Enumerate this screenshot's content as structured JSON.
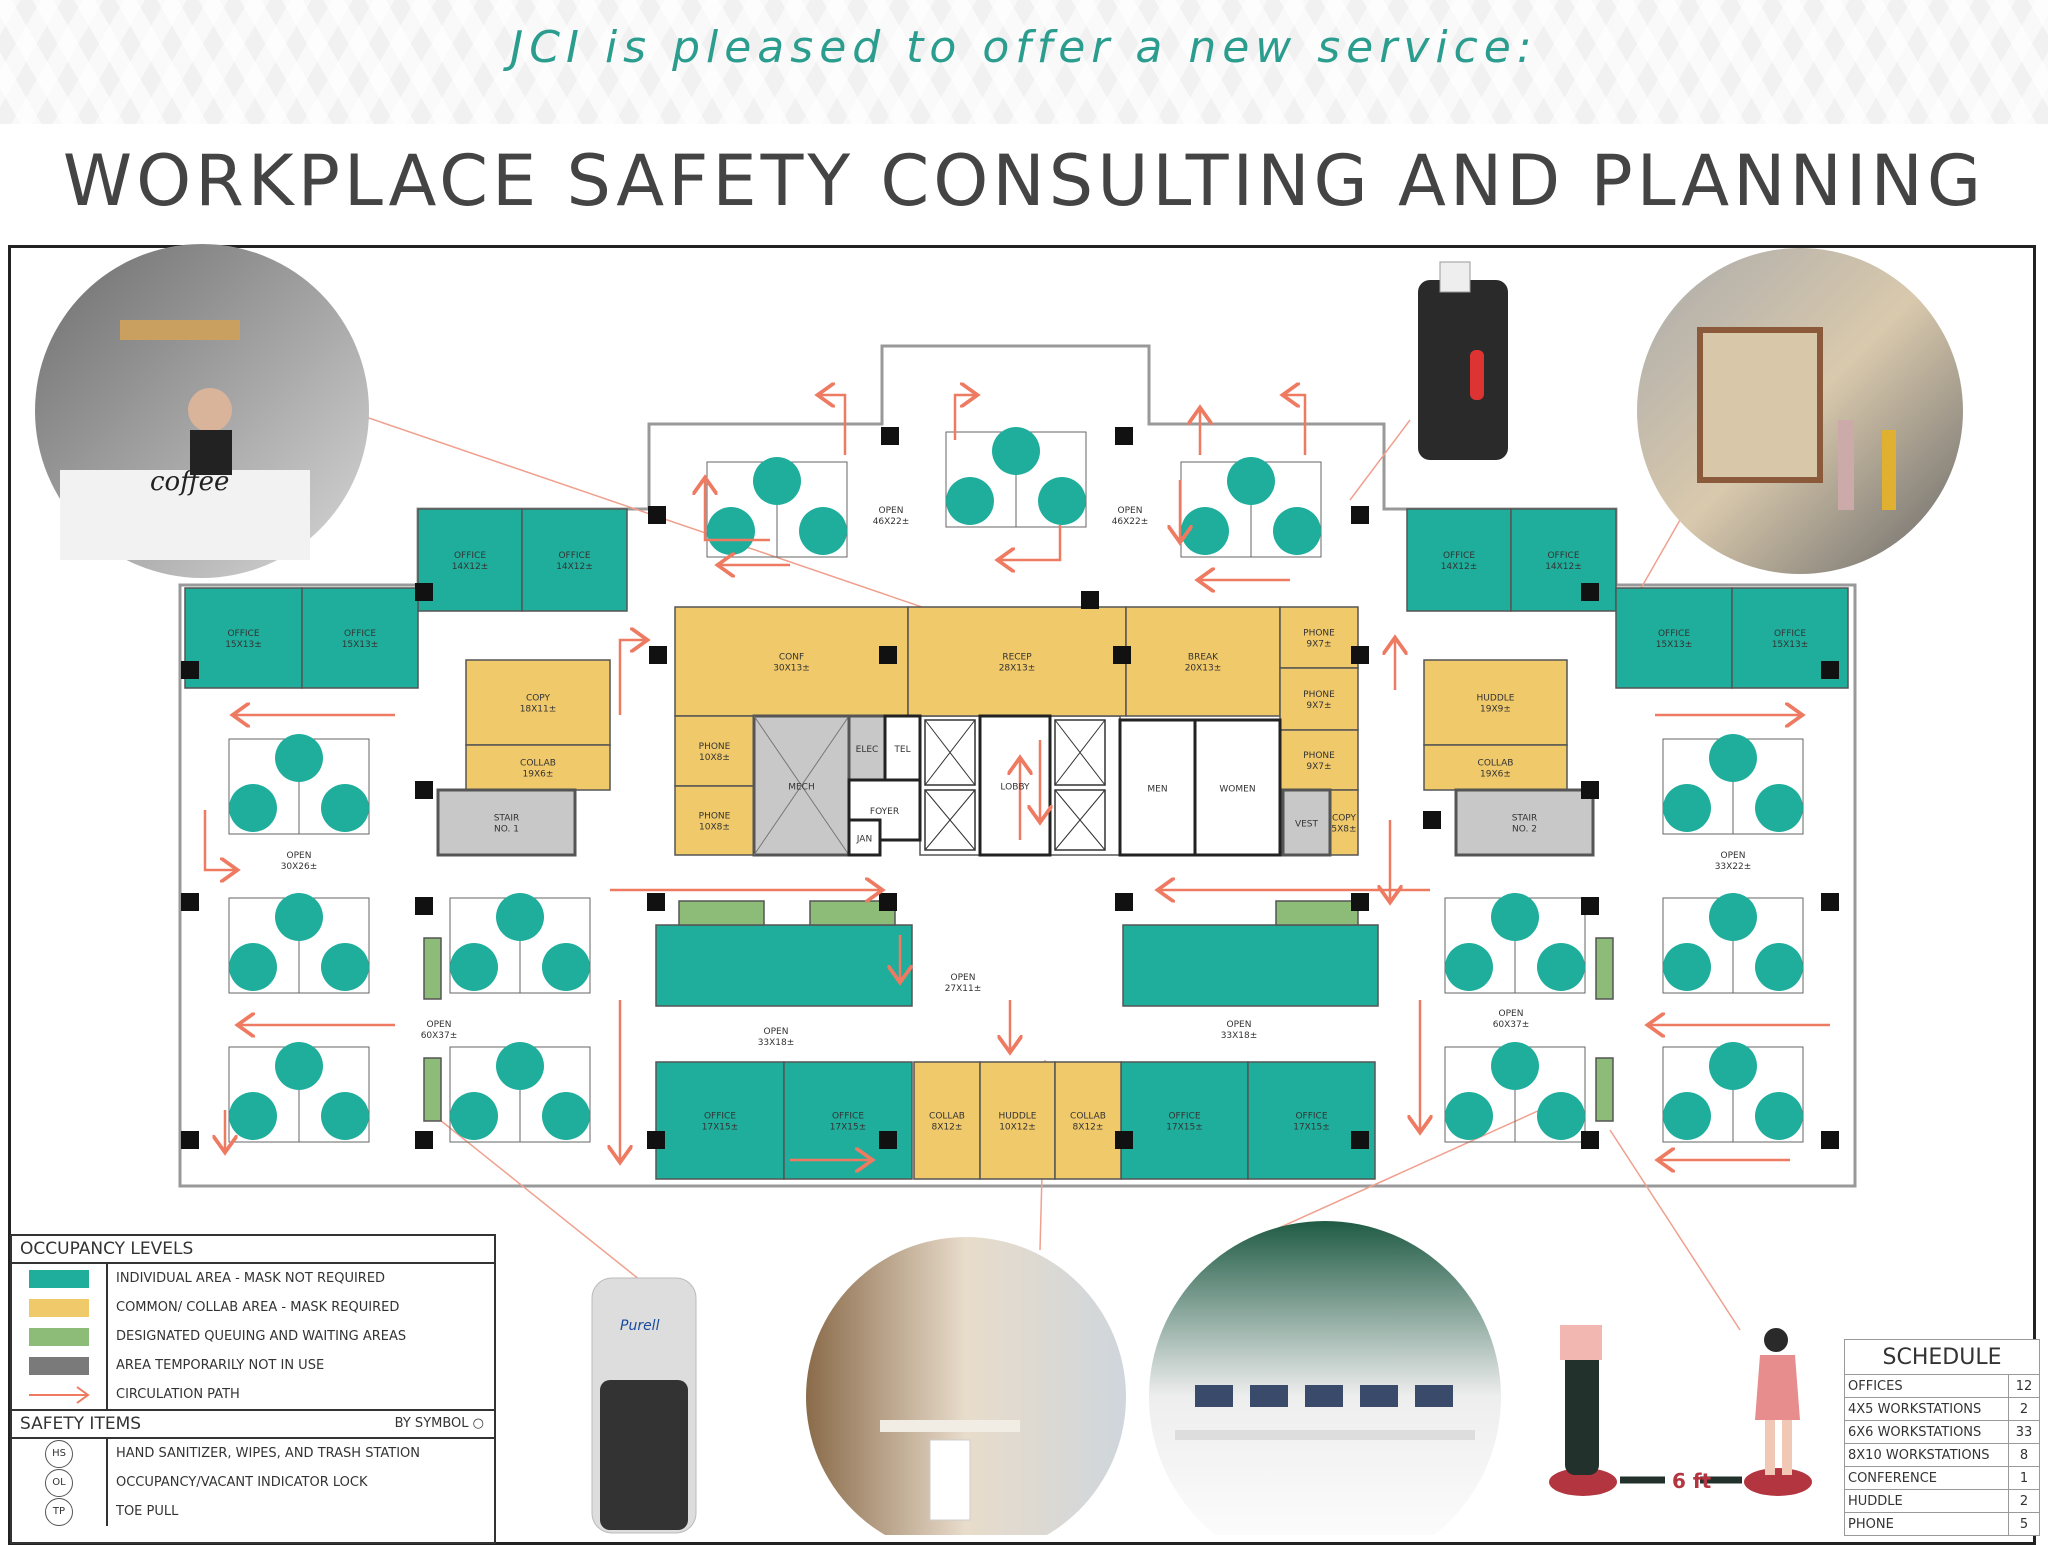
{
  "header": {
    "subtitle": "JCI is pleased to offer a new service:",
    "title": "WORKPLACE SAFETY CONSULTING AND PLANNING"
  },
  "colors": {
    "individual": "#1fae9c",
    "common": "#f0c96b",
    "queuing": "#8dbb78",
    "not_in_use": "#7a7a7a",
    "circulation": "#ee7a62",
    "accent": "#2a9d8f"
  },
  "legend": {
    "occupancy_title": "OCCUPANCY LEVELS",
    "occupancy": [
      {
        "label": "INDIVIDUAL AREA - MASK NOT REQUIRED",
        "color": "#1fae9c"
      },
      {
        "label": "COMMON/ COLLAB AREA - MASK REQUIRED",
        "color": "#f0c96b"
      },
      {
        "label": "DESIGNATED QUEUING AND WAITING AREAS",
        "color": "#8dbb78"
      },
      {
        "label": "AREA TEMPORARILY NOT IN USE",
        "color": "#7a7a7a"
      },
      {
        "label": "CIRCULATION PATH",
        "icon": "arrow-right-icon"
      }
    ],
    "safety_title": "SAFETY ITEMS",
    "by_symbol": "BY SYMBOL",
    "safety": [
      {
        "code": "HS",
        "label": "HAND SANITIZER, WIPES, AND TRASH STATION"
      },
      {
        "code": "OL",
        "label": "OCCUPANCY/VACANT INDICATOR LOCK"
      },
      {
        "code": "TP",
        "label": "TOE PULL"
      }
    ]
  },
  "schedule": {
    "title": "SCHEDULE",
    "rows": [
      {
        "item": "OFFICES",
        "count": "12"
      },
      {
        "item": "4X5 WORKSTATIONS",
        "count": "2"
      },
      {
        "item": "6X6 WORKSTATIONS",
        "count": "33"
      },
      {
        "item": "8X10 WORKSTATIONS",
        "count": "8"
      },
      {
        "item": "CONFERENCE",
        "count": "1"
      },
      {
        "item": "HUDDLE",
        "count": "2"
      },
      {
        "item": "PHONE",
        "count": "5"
      }
    ]
  },
  "plan": {
    "rooms": [
      {
        "name": "OFFICE",
        "size": "14X12±",
        "zone": "individual"
      },
      {
        "name": "OFFICE",
        "size": "14X12±",
        "zone": "individual"
      },
      {
        "name": "OFFICE",
        "size": "15X13±",
        "zone": "individual"
      },
      {
        "name": "OFFICE",
        "size": "15X13±",
        "zone": "individual"
      },
      {
        "name": "OFFICE",
        "size": "14X12±",
        "zone": "individual"
      },
      {
        "name": "OFFICE",
        "size": "14X12±",
        "zone": "individual"
      },
      {
        "name": "OFFICE",
        "size": "15X13±",
        "zone": "individual"
      },
      {
        "name": "OFFICE",
        "size": "15X13±",
        "zone": "individual"
      },
      {
        "name": "OFFICE",
        "size": "17X15±",
        "zone": "individual"
      },
      {
        "name": "OFFICE",
        "size": "17X15±",
        "zone": "individual"
      },
      {
        "name": "OFFICE",
        "size": "17X15±",
        "zone": "individual"
      },
      {
        "name": "OFFICE",
        "size": "17X15±",
        "zone": "individual"
      },
      {
        "name": "CONF",
        "size": "30X13±",
        "zone": "common"
      },
      {
        "name": "RECEP",
        "size": "28X13±",
        "zone": "common"
      },
      {
        "name": "BREAK",
        "size": "20X13±",
        "zone": "common"
      },
      {
        "name": "PHONE",
        "size": "9X7±",
        "zone": "common"
      },
      {
        "name": "PHONE",
        "size": "9X7±",
        "zone": "common"
      },
      {
        "name": "PHONE",
        "size": "9X7±",
        "zone": "common"
      },
      {
        "name": "COPY",
        "size": "5X8±",
        "zone": "common"
      },
      {
        "name": "PHONE",
        "size": "10X8±",
        "zone": "common"
      },
      {
        "name": "PHONE",
        "size": "10X8±",
        "zone": "common"
      },
      {
        "name": "COPY",
        "size": "18X11±",
        "zone": "common"
      },
      {
        "name": "COLLAB",
        "size": "19X6±",
        "zone": "common"
      },
      {
        "name": "HUDDLE",
        "size": "19X9±",
        "zone": "common"
      },
      {
        "name": "COLLAB",
        "size": "19X6±",
        "zone": "common"
      },
      {
        "name": "COLLAB",
        "size": "8X12±",
        "zone": "common"
      },
      {
        "name": "HUDDLE",
        "size": "10X12±",
        "zone": "common"
      },
      {
        "name": "COLLAB",
        "size": "8X12±",
        "zone": "common"
      },
      {
        "name": "MECH",
        "size": "",
        "zone": "not_in_use"
      },
      {
        "name": "STAIR",
        "size": "NO. 1",
        "zone": "not_in_use"
      },
      {
        "name": "STAIR",
        "size": "NO. 2",
        "zone": "not_in_use"
      },
      {
        "name": "VEST",
        "size": "",
        "zone": "not_in_use"
      },
      {
        "name": "ELEC",
        "size": "",
        "zone": "not_in_use"
      },
      {
        "name": "TEL",
        "size": "",
        "zone": "none"
      },
      {
        "name": "FOYER",
        "size": "",
        "zone": "none"
      },
      {
        "name": "JAN",
        "size": "",
        "zone": "none"
      },
      {
        "name": "LOBBY",
        "size": "",
        "zone": "none"
      },
      {
        "name": "MEN",
        "size": "",
        "zone": "none"
      },
      {
        "name": "WOMEN",
        "size": "",
        "zone": "none"
      }
    ],
    "open_areas": [
      {
        "name": "OPEN",
        "size": "46X22±"
      },
      {
        "name": "OPEN",
        "size": "46X22±"
      },
      {
        "name": "OPEN",
        "size": "30X26±"
      },
      {
        "name": "OPEN",
        "size": "33X22±"
      },
      {
        "name": "OPEN",
        "size": "60X37±"
      },
      {
        "name": "OPEN",
        "size": "60X37±"
      },
      {
        "name": "OPEN",
        "size": "33X18±"
      },
      {
        "name": "OPEN",
        "size": "33X18±"
      },
      {
        "name": "OPEN",
        "size": "27X11±"
      }
    ],
    "photos": [
      {
        "icon": "reception-desk-photo-icon",
        "text": "coffee"
      },
      {
        "icon": "glass-meeting-room-photo-icon"
      },
      {
        "icon": "sanitizer-station-icon"
      },
      {
        "icon": "hand-sanitizer-dispenser-icon",
        "text": "Purell"
      },
      {
        "icon": "phone-booth-photo-icon"
      },
      {
        "icon": "workstation-partitions-photo-icon"
      },
      {
        "icon": "six-feet-distancing-icon",
        "text": "6 ft"
      }
    ]
  }
}
